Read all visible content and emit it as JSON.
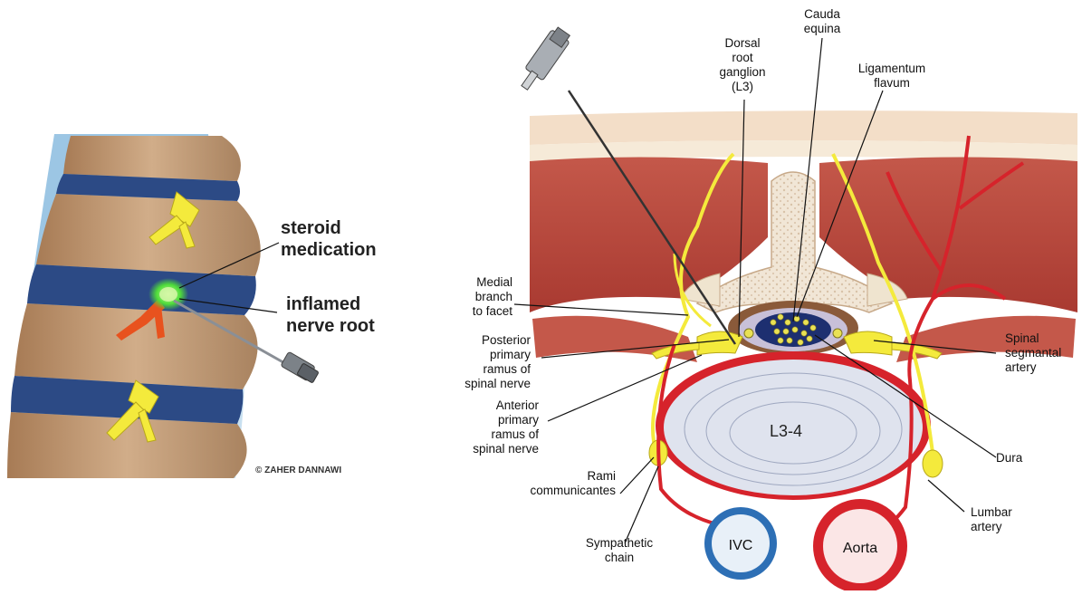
{
  "left_panel": {
    "labels": {
      "steroid_line1": "steroid",
      "steroid_line2": "medication",
      "nerve_line1": "inflamed",
      "nerve_line2": "nerve root"
    },
    "credit": "© ZAHER DANNAWI"
  },
  "right_panel": {
    "labels": {
      "cauda": [
        "Cauda",
        "equina"
      ],
      "dorsal_root": [
        "Dorsal",
        "root",
        "ganglion",
        "(L3)"
      ],
      "ligamentum": [
        "Ligamentum",
        "flavum"
      ],
      "medial_branch": [
        "Medial",
        "branch",
        "to facet"
      ],
      "posterior_ramus": [
        "Posterior",
        "primary",
        "ramus of",
        "spinal nerve"
      ],
      "anterior_ramus": [
        "Anterior",
        "primary",
        "ramus of",
        "spinal nerve"
      ],
      "rami": [
        "Rami",
        "communicantes"
      ],
      "sympathetic": [
        "Sympathetic",
        "chain"
      ],
      "spinal_artery": [
        "Spinal",
        "segmantal",
        "artery"
      ],
      "dura": [
        "Dura"
      ],
      "lumbar_artery": [
        "Lumbar",
        "artery"
      ],
      "disc": "L3-4",
      "ivc": "IVC",
      "aorta": "Aorta"
    }
  },
  "colors": {
    "bone": "#c9a37f",
    "disc_blue": "#2c4a85",
    "nerve_yellow": "#f4ea3c",
    "muscle": "#b8473c",
    "artery_red": "#d6232b",
    "ivc_blue": "#2d6fb5",
    "inflamed_orange": "#e8521e",
    "steroid_green": "#4fdc3a"
  }
}
